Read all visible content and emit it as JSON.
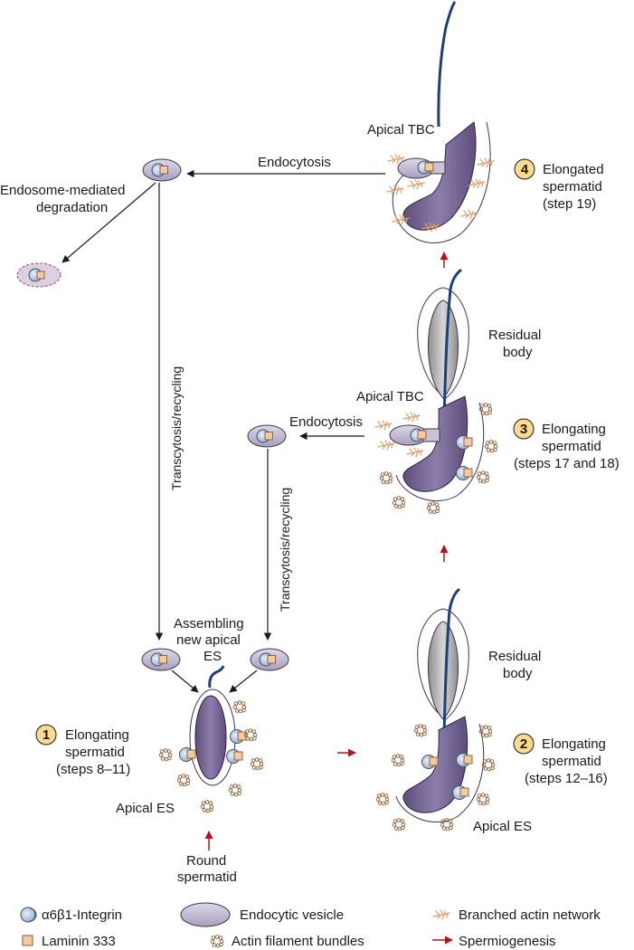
{
  "stages": {
    "s1": {
      "number": "1",
      "line1": "Elongating",
      "line2": "spermatid",
      "line3": "(steps 8–11)"
    },
    "s2": {
      "number": "2",
      "line1": "Elongating",
      "line2": "spermatid",
      "line3": "(steps 12–16)"
    },
    "s3": {
      "number": "3",
      "line1": "Elongating",
      "line2": "spermatid",
      "line3": "(steps 17 and 18)"
    },
    "s4": {
      "number": "4",
      "line1": "Elongated",
      "line2": "spermatid",
      "line3": "(step 19)"
    }
  },
  "labels": {
    "apical_tbc": "Apical TBC",
    "apical_tbc_3": "Apical TBC",
    "endocytosis_top": "Endocytosis",
    "endocytosis_mid": "Endocytosis",
    "endosome_line1": "Endosome-mediated",
    "endosome_line2": "degradation",
    "transcytosis_left": "Transcytosis/recycling",
    "transcytosis_mid": "Transcytosis/recycling",
    "residual_3_l1": "Residual",
    "residual_3_l2": "body",
    "residual_2_l1": "Residual",
    "residual_2_l2": "body",
    "assembling_l1": "Assembling",
    "assembling_l2": "new apical",
    "assembling_l3": "ES",
    "apical_es_1": "Apical ES",
    "apical_es_2": "Apical ES",
    "round_l1": "Round",
    "round_l2": "spermatid"
  },
  "legend": {
    "integrin": "α6β1-Integrin",
    "laminin": "Laminin 333",
    "vesicle": "Endocytic vesicle",
    "bundles": "Actin filament bundles",
    "branched": "Branched actin network",
    "spermiogenesis": "Spermiogenesis"
  },
  "colors": {
    "purple": "#7a6a96",
    "vesicle": "#c9c3d8",
    "laminin": "#f2c9a0",
    "integrin": "#c3d4e8",
    "badge": "#fbd98e",
    "actin": "#d9a06e",
    "red_arrow": "#b5121b",
    "flagellum": "#1f3f78"
  }
}
